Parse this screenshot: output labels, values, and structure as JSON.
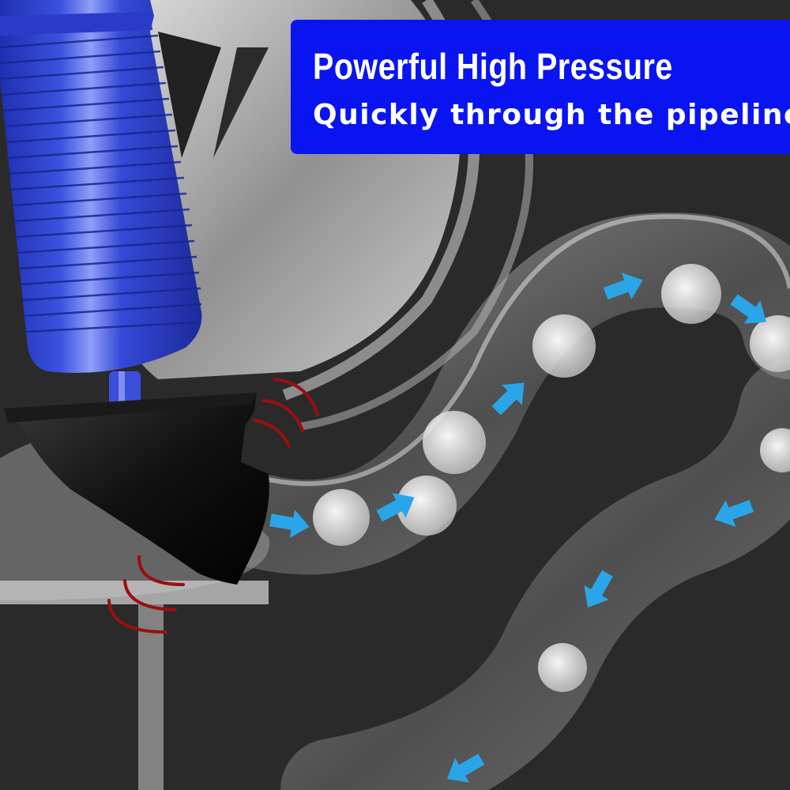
{
  "banner": {
    "title": "Powerful High Pressure",
    "subtitle": "Quickly through the pipeline",
    "background_color": "#0a14f0",
    "text_color": "#ffffff"
  },
  "illustration": {
    "product": "blue-air-pressure-drain-plunger",
    "product_color": "#2e43d6",
    "nozzle_color": "#111111",
    "background_color": "#2a2a2a",
    "flow_arrow_color": "#2aa6e8",
    "pressure_wave_color": "#9a0f0f",
    "flow_arrow_count": 9,
    "bubble_count": 8,
    "pressure_wave_groups": 2
  }
}
